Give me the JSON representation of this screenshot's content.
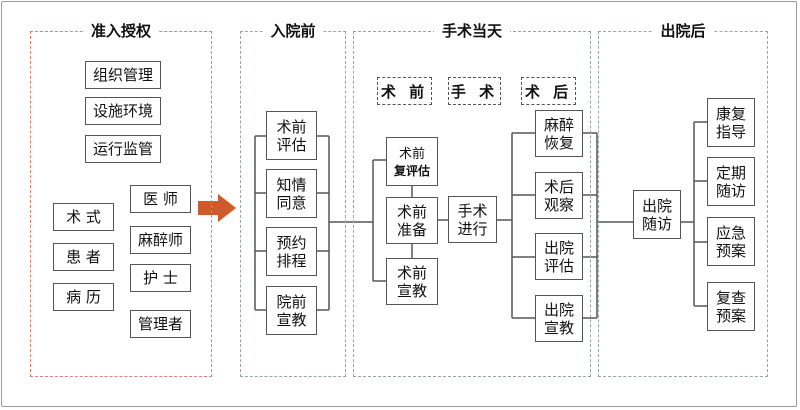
{
  "sections": {
    "auth": "准入授权",
    "pre": "入院前",
    "surgery_day": "手术当天",
    "post": "出院后"
  },
  "auth": {
    "mgmt": [
      "组织管理",
      "设施环境",
      "运行监管"
    ],
    "left": [
      "术 式",
      "患 者",
      "病 历"
    ],
    "right": [
      "医 师",
      "麻醉师",
      "护 士",
      "管理者"
    ]
  },
  "pre": [
    [
      "术前",
      "评估"
    ],
    [
      "知情",
      "同意"
    ],
    [
      "预约",
      "排程"
    ],
    [
      "院前",
      "宣教"
    ]
  ],
  "tags": [
    "术 前",
    "手 术",
    "术 后"
  ],
  "preop": {
    "reeval": [
      "术前",
      "复评估"
    ],
    "prep": [
      "术前",
      "准备"
    ],
    "edu": [
      "术前",
      "宣教"
    ]
  },
  "surgery": [
    "手术",
    "进行"
  ],
  "postop": [
    [
      "麻醉",
      "恢复"
    ],
    [
      "术后",
      "观察"
    ],
    [
      "出院",
      "评估"
    ],
    [
      "出院",
      "宣教"
    ]
  ],
  "discharge": [
    "出院",
    "随访"
  ],
  "post": [
    [
      "康复",
      "指导"
    ],
    [
      "定期",
      "随访"
    ],
    [
      "应急",
      "预案"
    ],
    [
      "复查",
      "预案"
    ]
  ],
  "colors": {
    "arrow": "#cf5a2c",
    "line": "#555555",
    "auth_border": "#d9826f",
    "panel_border": "#9aa6a6"
  }
}
